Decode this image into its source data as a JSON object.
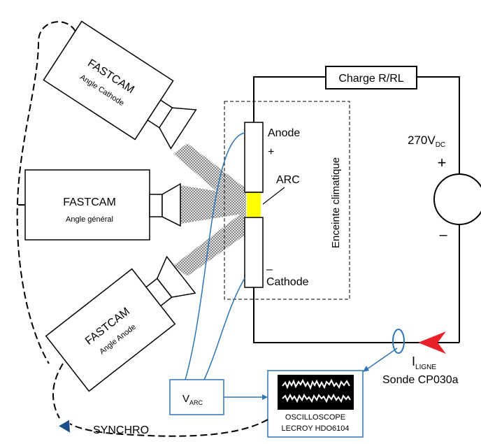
{
  "cameras": {
    "cathode": {
      "title": "FASTCAM",
      "subtitle": "Angle Cathode"
    },
    "general": {
      "title": "FASTCAM",
      "subtitle": "Angle général"
    },
    "anode": {
      "title": "FASTCAM",
      "subtitle": "Angle Anode"
    }
  },
  "labels": {
    "load": "Charge R/RL",
    "source_voltage": "270V",
    "source_sub": "DC",
    "plus": "+",
    "minus": "–",
    "anode": "Anode",
    "anode_sign": "+",
    "arc": "ARC",
    "cathode_sign": "–",
    "cathode": "Cathode",
    "chamber": "Enceinte climatique",
    "current_symbol": "I",
    "current_sub": "LIGNE",
    "probe": "Sonde CP030a",
    "varc": "V",
    "varc_sub": "ARC",
    "osc_line1": "OSCILLOSCOPE",
    "osc_line2": "LECROY HDO6104",
    "synchro": "SYNCHRO"
  },
  "colors": {
    "blue_wire": "#2E75B6",
    "arc_yellow": "#FFFF00",
    "arrow_red": "#E8202A",
    "synchro_arrow": "#1F4E8C",
    "line": "#000000"
  }
}
